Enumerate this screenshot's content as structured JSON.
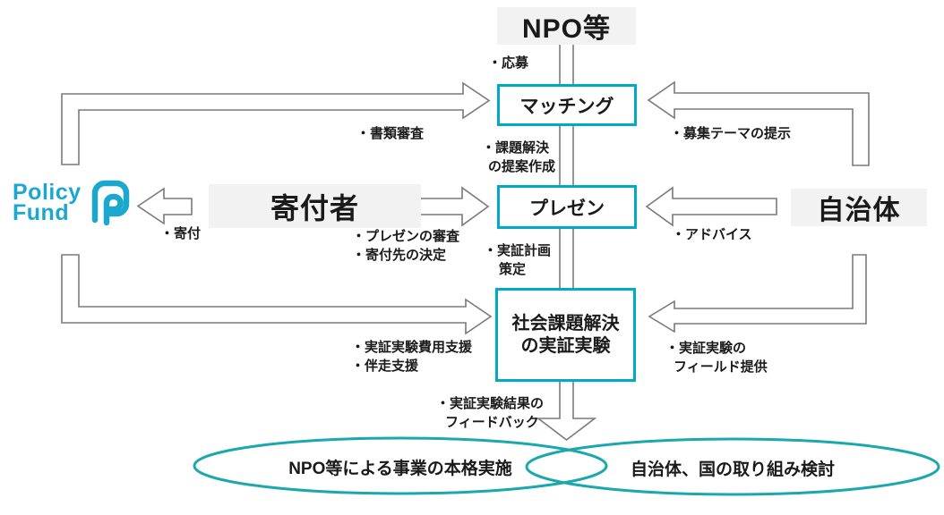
{
  "palette": {
    "stage_border_teal": "#00A9C4",
    "ellipse_teal": "#1BA8AD",
    "arrow_outline_gray": "#7a7a7a",
    "header_bg_gray": "#f2f2f2",
    "text_black": "#1a1a1a",
    "brand_cyan": "#1CA7CF"
  },
  "brand": {
    "name_line1": "Policy",
    "name_line2": "Fund"
  },
  "actors": {
    "npo": "NPO等",
    "donor": "寄付者",
    "government": "自治体"
  },
  "stages": {
    "matching": "マッチング",
    "presentation": "プレゼン",
    "experiment_line1": "社会課題解決",
    "experiment_line2": "の実証実験"
  },
  "labels": {
    "apply": "・応募",
    "doc_screening": "・書類審査",
    "proposal_line1": "・課題解決",
    "proposal_line2": "の提案作成",
    "theme": "・募集テーマの提示",
    "donation": "・寄付",
    "presentation_review_line1": "・プレゼンの審査",
    "presentation_review_line2": "・寄付先の決定",
    "plan_line1": "・実証計画",
    "plan_line2": "策定",
    "advice": "・アドバイス",
    "cost_support_line1": "・実証実験費用支援",
    "cost_support_line2": "・伴走支援",
    "field_line1": "・実証実験の",
    "field_line2": "フィールド提供",
    "feedback_line1": "・実証実験結果の",
    "feedback_line2": "フィードバック"
  },
  "outcomes": {
    "npo_outcome": "NPO等による事業の本格実施",
    "gov_outcome": "自治体、国の取り組み検討"
  }
}
